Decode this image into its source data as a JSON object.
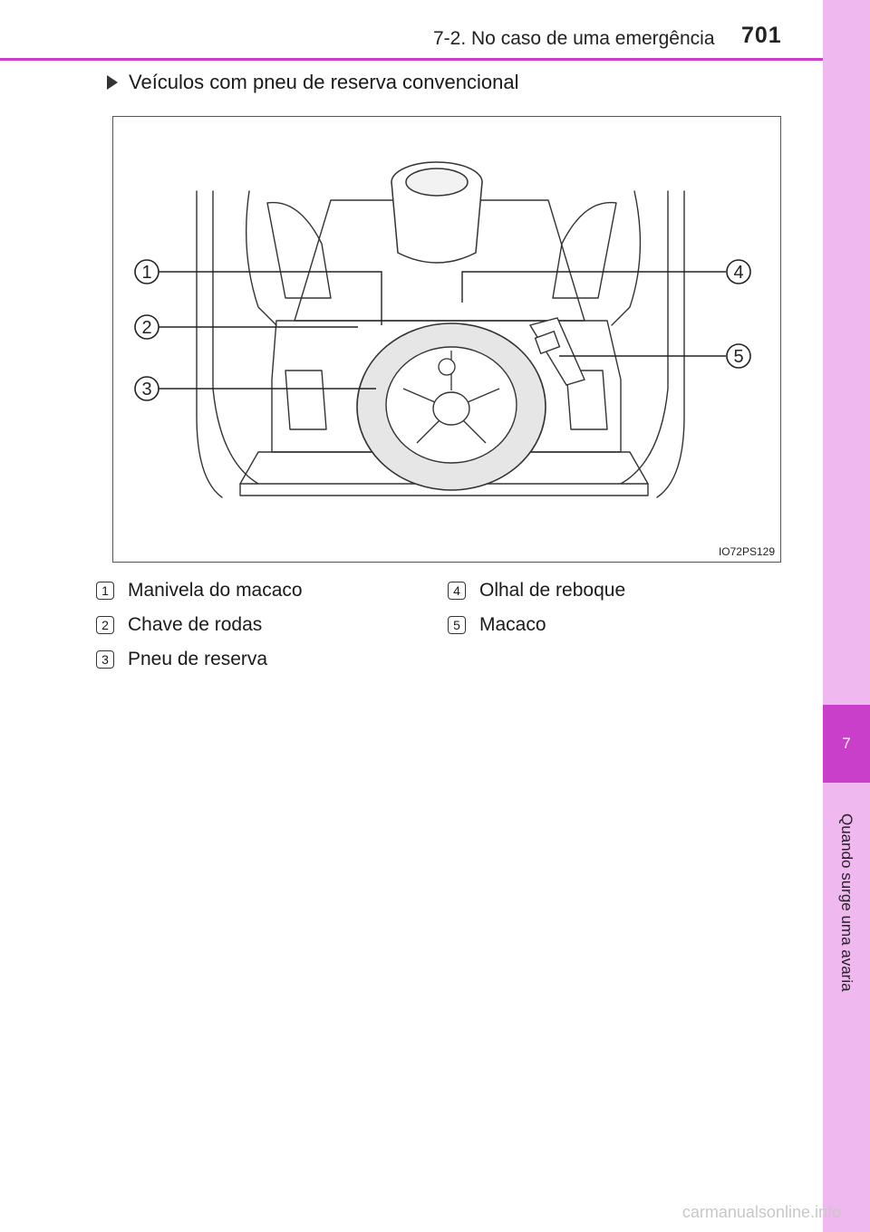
{
  "header": {
    "section": "7-2. No caso de uma emergência",
    "page_number": "701"
  },
  "side_tab": {
    "chapter": "7",
    "label": "Quando surge uma avaria"
  },
  "subheading": "Veículos com pneu de reserva convencional",
  "figure": {
    "code": "IO72PS129",
    "callouts": [
      "1",
      "2",
      "3",
      "4",
      "5"
    ]
  },
  "legend": [
    {
      "num": "1",
      "label": "Manivela do macaco"
    },
    {
      "num": "2",
      "label": "Chave de rodas"
    },
    {
      "num": "3",
      "label": "Pneu de reserva"
    },
    {
      "num": "4",
      "label": "Olhal de reboque"
    },
    {
      "num": "5",
      "label": "Macaco"
    }
  ],
  "watermark": "carmanualsonline.info",
  "colors": {
    "accent": "#c93fc9",
    "tab_light": "#efb8ef",
    "tire_fill": "#e6e6e6"
  }
}
